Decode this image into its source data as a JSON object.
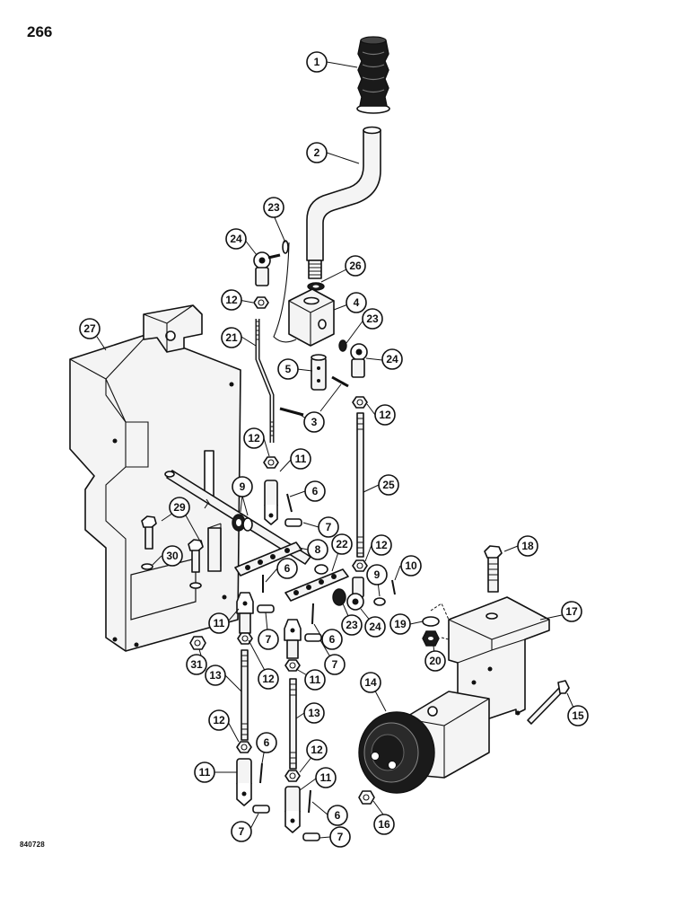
{
  "page_number": "266",
  "figure_code": "840728",
  "callouts": [
    {
      "id": "c1",
      "label": "1"
    },
    {
      "id": "c2",
      "label": "2"
    },
    {
      "id": "c23a",
      "label": "23"
    },
    {
      "id": "c24a",
      "label": "24"
    },
    {
      "id": "c26",
      "label": "26"
    },
    {
      "id": "c12a",
      "label": "12"
    },
    {
      "id": "c4",
      "label": "4"
    },
    {
      "id": "c27",
      "label": "27"
    },
    {
      "id": "c21",
      "label": "21"
    },
    {
      "id": "c23b",
      "label": "23"
    },
    {
      "id": "c5",
      "label": "5"
    },
    {
      "id": "c24b",
      "label": "24"
    },
    {
      "id": "c3",
      "label": "3"
    },
    {
      "id": "c12b",
      "label": "12"
    },
    {
      "id": "c12c",
      "label": "12"
    },
    {
      "id": "c11a",
      "label": "11"
    },
    {
      "id": "c25",
      "label": "25"
    },
    {
      "id": "c9a",
      "label": "9"
    },
    {
      "id": "c6a",
      "label": "6"
    },
    {
      "id": "c29",
      "label": "29"
    },
    {
      "id": "c7a",
      "label": "7"
    },
    {
      "id": "c12d",
      "label": "12"
    },
    {
      "id": "c18",
      "label": "18"
    },
    {
      "id": "c30",
      "label": "30"
    },
    {
      "id": "c8",
      "label": "8"
    },
    {
      "id": "c22",
      "label": "22"
    },
    {
      "id": "c6b",
      "label": "6"
    },
    {
      "id": "c9b",
      "label": "9"
    },
    {
      "id": "c10",
      "label": "10"
    },
    {
      "id": "c17",
      "label": "17"
    },
    {
      "id": "c11b",
      "label": "11"
    },
    {
      "id": "c23c",
      "label": "23"
    },
    {
      "id": "c24c",
      "label": "24"
    },
    {
      "id": "c19",
      "label": "19"
    },
    {
      "id": "c6c",
      "label": "6"
    },
    {
      "id": "c7b",
      "label": "7"
    },
    {
      "id": "c20",
      "label": "20"
    },
    {
      "id": "c31",
      "label": "31"
    },
    {
      "id": "c12e",
      "label": "12"
    },
    {
      "id": "c11c",
      "label": "11"
    },
    {
      "id": "c7c",
      "label": "7"
    },
    {
      "id": "c13a",
      "label": "13"
    },
    {
      "id": "c14",
      "label": "14"
    },
    {
      "id": "c15",
      "label": "15"
    },
    {
      "id": "c12f",
      "label": "12"
    },
    {
      "id": "c13b",
      "label": "13"
    },
    {
      "id": "c6d",
      "label": "6"
    },
    {
      "id": "c12g",
      "label": "12"
    },
    {
      "id": "c11d",
      "label": "11"
    },
    {
      "id": "c11e",
      "label": "11"
    },
    {
      "id": "c16",
      "label": "16"
    },
    {
      "id": "c6e",
      "label": "6"
    },
    {
      "id": "c7d",
      "label": "7"
    },
    {
      "id": "c7e",
      "label": "7"
    }
  ]
}
